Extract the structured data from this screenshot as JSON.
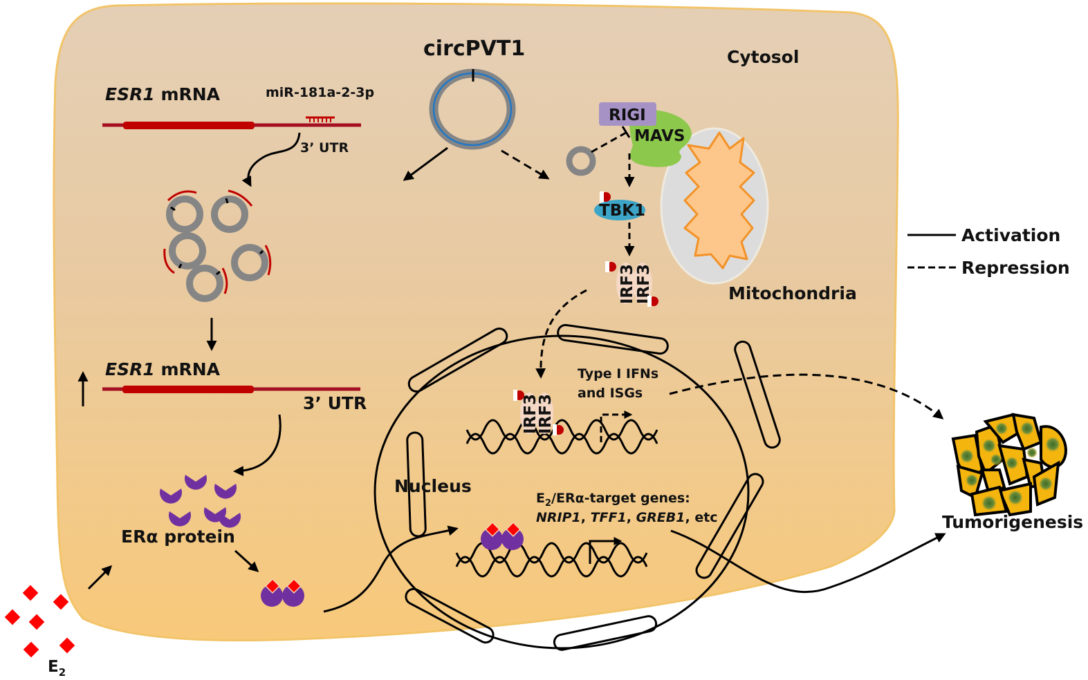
{
  "figure": {
    "title": "circPVT1 signaling in ER-positive breast cancer cell",
    "compartments": {
      "cytosol": "Cytosol",
      "mitochondria": "Mitochondria",
      "nucleus": "Nucleus"
    },
    "circrna": {
      "label": "circPVT1"
    },
    "esr1_top": {
      "gene": "ESR1",
      "suffix": " mRNA",
      "utr": "3’ UTR",
      "mirna": "miR-181a-2-3p"
    },
    "esr1_bottom": {
      "gene": "ESR1",
      "suffix": " mRNA",
      "utr": "3’ UTR",
      "change_icon": "up-arrow-icon"
    },
    "proteins": {
      "rigi": "RIGI",
      "mavs": "MAVS",
      "tbk1": "TBK1",
      "irf3": "IRF3",
      "phospho": "p",
      "era": "ERα protein"
    },
    "ligand": {
      "label": "E",
      "subscript": "2"
    },
    "nuclear_genes": {
      "ifn_line1": "Type I IFNs",
      "ifn_line2": "and ISGs",
      "er_prefix": "E",
      "er_sub": "2",
      "er_rest": "/ERα-target genes:",
      "gene1": "NRIP1",
      "gene2": "TFF1",
      "gene3": "GREB1",
      "sep": ", ",
      "etc": ", etc"
    },
    "outcome": "Tumorigenesis",
    "legend": {
      "activation": "Activation",
      "repression": "Repression"
    },
    "colors": {
      "cell_top": "#e6cfb5",
      "cell_bottom": "#f7c878",
      "cell_border": "#f2c46a",
      "mrna_thin": "#a50f22",
      "mrna_cds": "#c00000",
      "circ_gray": "#858585",
      "circ_blue": "#1f78c8",
      "rigi": "#a792c6",
      "mavs": "#8cc84b",
      "tbk1": "#3da5c7",
      "mito_outer": "#dcdcdc",
      "mito_inner": "#fdc68a",
      "mito_inner_stroke": "#f29227",
      "era": "#7030a0",
      "estradiol": "#ff0000",
      "tumor_cell": "#f5b50f",
      "tumor_nucleus": "#4d7a2e"
    }
  }
}
